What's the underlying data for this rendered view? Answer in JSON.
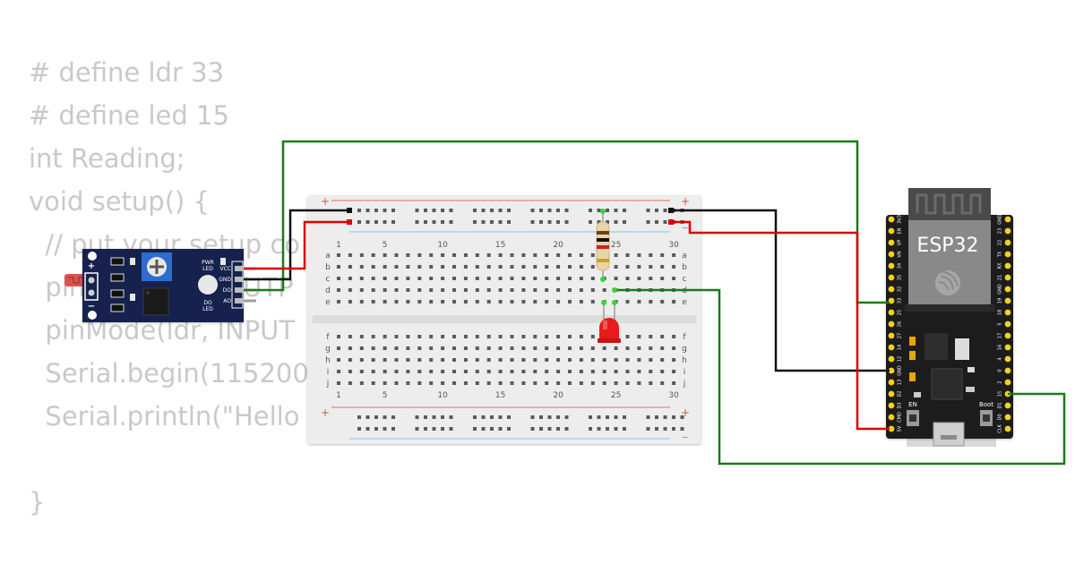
{
  "code_lines": [
    "# define ldr 33",
    "# define led 15",
    "int Reading;",
    "void setup() {",
    "  // put your setup co",
    "  pinMode(led, OUTP",
    "  pinMode(ldr, INPUT",
    "  Serial.begin(115200",
    "  Serial.println(\"Hello",
    "",
    "}"
  ],
  "breadboard": {
    "column_numbers": [
      "1",
      "5",
      "10",
      "15",
      "20",
      "25",
      "30"
    ],
    "top_row_letters": [
      "a",
      "b",
      "c",
      "d",
      "e"
    ],
    "bottom_row_letters": [
      "f",
      "g",
      "h",
      "i",
      "j"
    ],
    "plus_sign": "+",
    "minus_sign": "−"
  },
  "ldr_module": {
    "pin_labels": [
      "VCC",
      "GND",
      "DO",
      "AO"
    ],
    "led_labels": [
      "PWR",
      "LED",
      "DO",
      "LED"
    ],
    "plus_sign": "+",
    "minus_sign": "−"
  },
  "esp32": {
    "title": "ESP32",
    "left_pins": [
      "3V3",
      "EN",
      "VP",
      "VN",
      "34",
      "35",
      "32",
      "33",
      "25",
      "26",
      "27",
      "14",
      "12",
      "GND",
      "13",
      "D2",
      "D3",
      "CMD",
      "5V"
    ],
    "right_pins": [
      "GND",
      "23",
      "22",
      "TX",
      "RX",
      "21",
      "GND",
      "19",
      "18",
      "5",
      "17",
      "16",
      "4",
      "0",
      "2",
      "15",
      "D1",
      "D0",
      "CLK"
    ],
    "button_en": "EN",
    "button_boot": "Boot"
  },
  "wire_colors": {
    "gnd": "#111111",
    "vcc": "#dd0000",
    "signal": "#1a7a1a"
  }
}
